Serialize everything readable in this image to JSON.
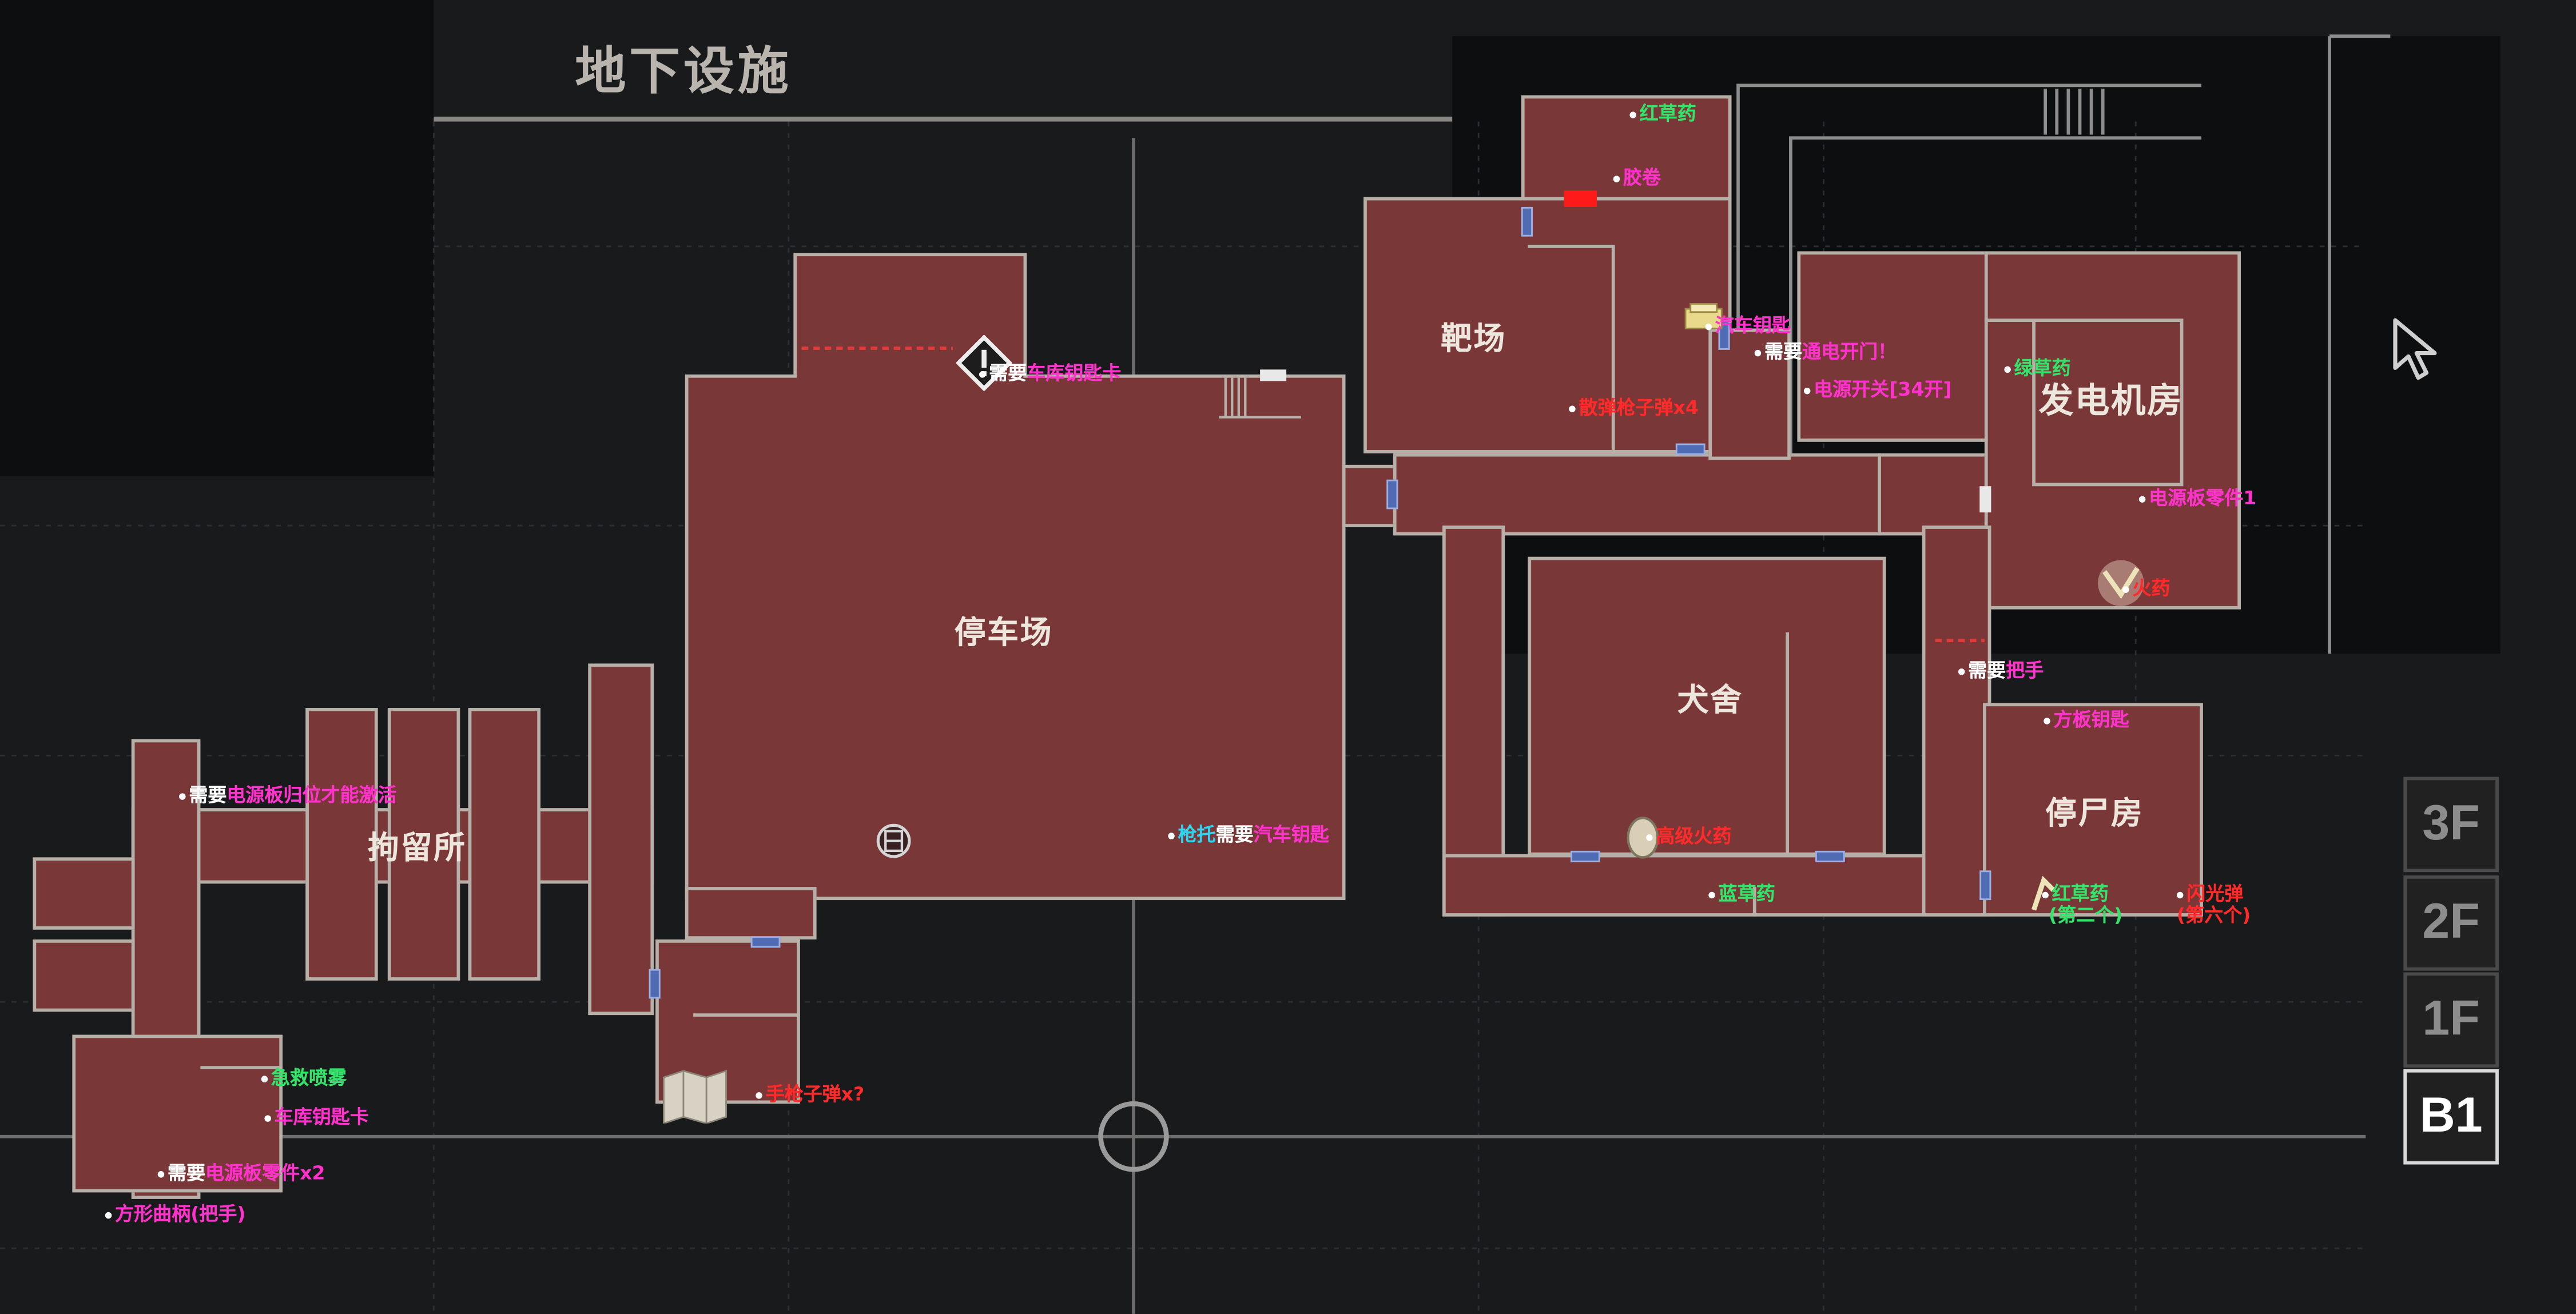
{
  "map": {
    "title": "地下设施",
    "rooms": {
      "shooting_range": "靶场",
      "generator_room": "发电机房",
      "parking": "停车场",
      "kennel": "犬舍",
      "detention": "拘留所",
      "morgue": "停尸房"
    },
    "notes": {
      "red_herb_top": "红草药",
      "film": "胶卷",
      "car_key": "汽车钥匙",
      "need_label": "需要",
      "power_door": "通电开门！",
      "green_herb": "绿草药",
      "power_switch": "电源开关[34开]",
      "shotgun_shells": "散弹枪子弹x4",
      "garage_keycard": "车库钥匙卡",
      "power_board_part1": "电源板零件1",
      "gunpowder": "火药",
      "handle": "把手",
      "diamond_key": "方板钥匙",
      "power_board_reset": "电源板归位才能激活",
      "gun_stock": "枪托",
      "high_gunpowder": "高级火药",
      "blue_herb": "蓝草药",
      "red_herb_2": "红草药",
      "red_herb_2_sub": "(第二个)",
      "flash_grenade": "闪光弹",
      "flash_grenade_sub": "(第六个)",
      "first_aid_spray": "急救喷雾",
      "garage_keycard_item": "车库钥匙卡",
      "handgun_ammo": "手枪子弹x?",
      "power_board_parts2": "电源板零件x2",
      "square_crank": "方形曲柄(把手)"
    }
  },
  "floors": [
    "3F",
    "2F",
    "1F",
    "B1"
  ],
  "active_floor": "B1",
  "colors": {
    "room_fill": "#7a3737",
    "background": "#191a1c",
    "magenta": "#ff33cc",
    "green": "#33e36a",
    "red": "#ff2a2a",
    "cyan": "#2fd4f0"
  },
  "icons": [
    "warning-diamond-icon",
    "cursor-arrow-icon",
    "elevator-icon",
    "typewriter-save-icon",
    "map-document-icon",
    "gunpowder-icon",
    "herb-icon",
    "compass-center-icon"
  ]
}
